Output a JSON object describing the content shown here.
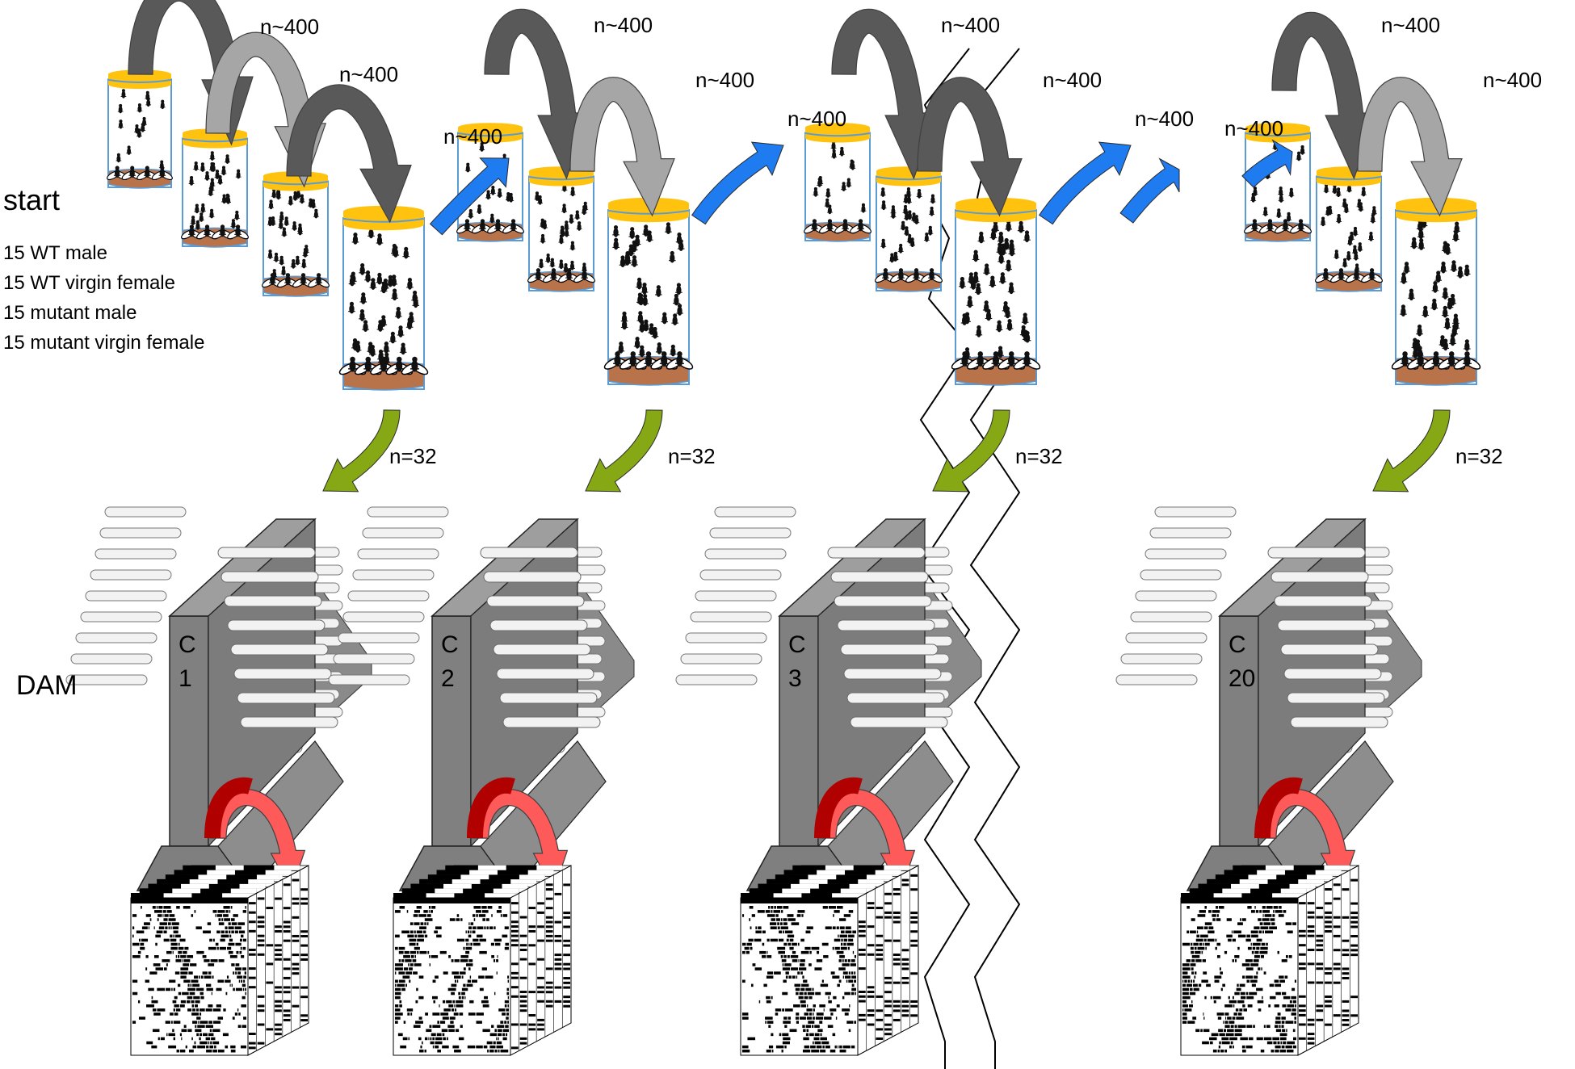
{
  "labels": {
    "start": "start",
    "groups": [
      "15 WT male",
      "15 WT virgin female",
      "15 mutant male",
      "15 mutant virgin female"
    ],
    "dam": "DAM"
  },
  "transfer_label": "n~400",
  "sample_label": "n=32",
  "columns": [
    {
      "id": "c1",
      "monitor_line1": "C",
      "monitor_line2": "1"
    },
    {
      "id": "c2",
      "monitor_line1": "C",
      "monitor_line2": "2"
    },
    {
      "id": "c3",
      "monitor_line1": "C",
      "monitor_line2": "3"
    },
    {
      "id": "c20",
      "monitor_line1": "C",
      "monitor_line2": "20"
    }
  ],
  "colors": {
    "lid": "#ffc20e",
    "lid_band": "#5b9bd5",
    "food": "#b9734a",
    "arrow_dark": "#595959",
    "arrow_light": "#a6a6a6",
    "arrow_blue": "#1e7bf0",
    "arrow_green": "#86a814",
    "arrow_red_dark": "#b00000",
    "arrow_red_light": "#ff5a5a",
    "monitor": "#808080",
    "tube": "#f2f2f2"
  }
}
